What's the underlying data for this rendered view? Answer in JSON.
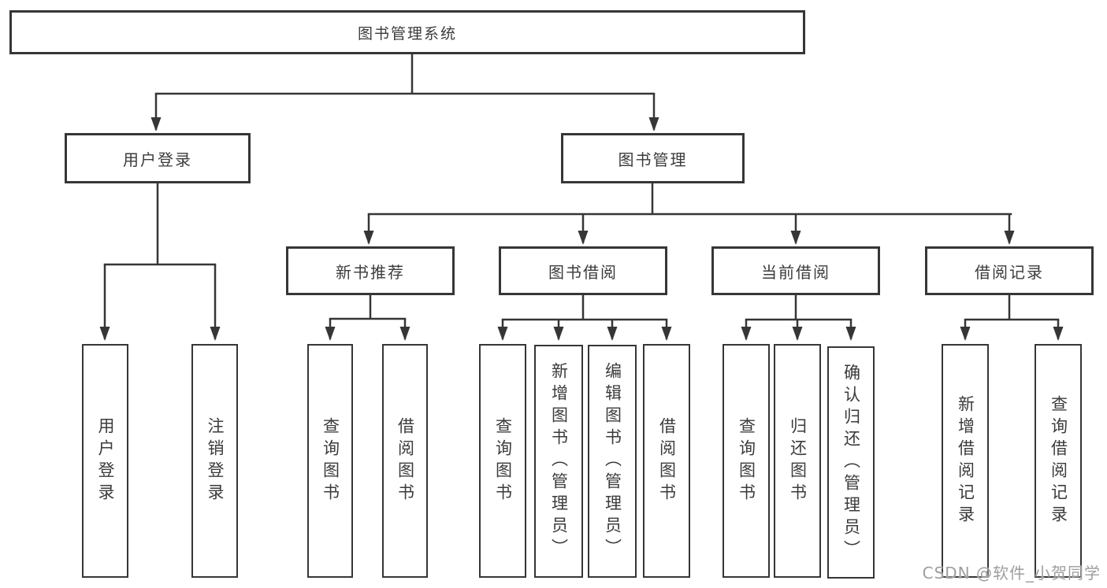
{
  "colors": {
    "line": "#363636",
    "node_text": "#3b3b3b",
    "watermark_text": "#9e9e9e"
  },
  "diagram": {
    "root": "图书管理系统",
    "user_branch": {
      "label": "用户登录",
      "children": [
        "用户登录",
        "注销登录"
      ]
    },
    "book_branch": {
      "label": "图书管理",
      "groups": [
        {
          "label": "新书推荐",
          "children": [
            "查询图书",
            "借阅图书"
          ]
        },
        {
          "label": "图书借阅",
          "children": [
            "查询图书",
            "新增图书（管理员）",
            "编辑图书（管理员）",
            "借阅图书"
          ]
        },
        {
          "label": "当前借阅",
          "children": [
            "查询图书",
            "归还图书",
            "确认归还（管理员）"
          ]
        },
        {
          "label": "借阅记录",
          "children": [
            "新增借阅记录",
            "查询借阅记录"
          ]
        }
      ]
    }
  },
  "watermark": "CSDN @软件_小贺同学"
}
